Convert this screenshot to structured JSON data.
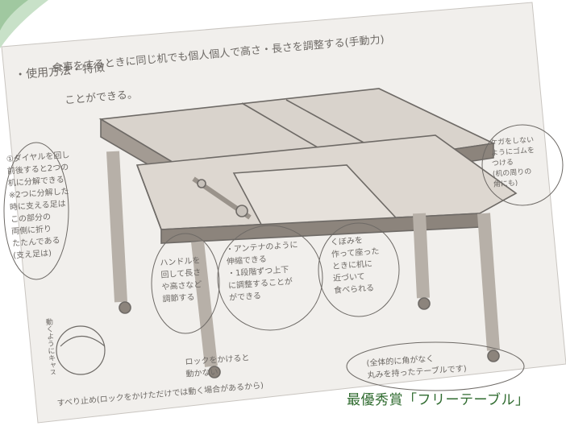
{
  "caption": "最優秀賞「フリーテーブル」",
  "sketch": {
    "heading": "・使用方法・特徴",
    "intro_line1": "食事をするときに同じ机でも個人個人で高さ・長さを調整する(手動力)",
    "intro_line2": "ことができる。",
    "note_dial": [
      "①ダイヤルを回し",
      "前後すると2つの",
      "机に分解できる",
      "※2つに分解した",
      "時に支える足は",
      "この部分の",
      "両側に折り",
      "たたんである",
      "(支え足は)"
    ],
    "note_handle": [
      "ハンドルを",
      "回して長さ",
      "や高さなど",
      "調節する"
    ],
    "note_antenna": [
      "・アンテナのように",
      "伸縮できる",
      "・1段階ずつ上下",
      "に調整することが",
      "ができる"
    ],
    "note_dent": [
      "くぼみを",
      "作って座った",
      "ときに机に",
      "近づいて",
      "食べられる"
    ],
    "note_corner": [
      "ケガをしない",
      "ようにゴムを",
      "つける",
      "(机の周りの",
      "角にも)"
    ],
    "note_lock": [
      "ロックをかけると",
      "動かない"
    ],
    "note_wheel": [
      "動くようにキャスターをつける"
    ],
    "note_stop": "すべり止め(ロックをかけただけでは動く場合があるから)",
    "note_round": [
      "(全体的に角がなく",
      "丸みを持ったテーブルです)"
    ]
  },
  "colors": {
    "page_background": "#ffffff",
    "paper": "#f1efec",
    "pencil": "#6e6a66",
    "wood_light": "#d9d3cc",
    "wood_dark": "#8c847c",
    "caption": "#2f6b2f",
    "leaf_green": "#9bc99b"
  },
  "icons": [
    "table-sketch",
    "handle-crank",
    "wheel-caster",
    "leaf-decoration"
  ]
}
